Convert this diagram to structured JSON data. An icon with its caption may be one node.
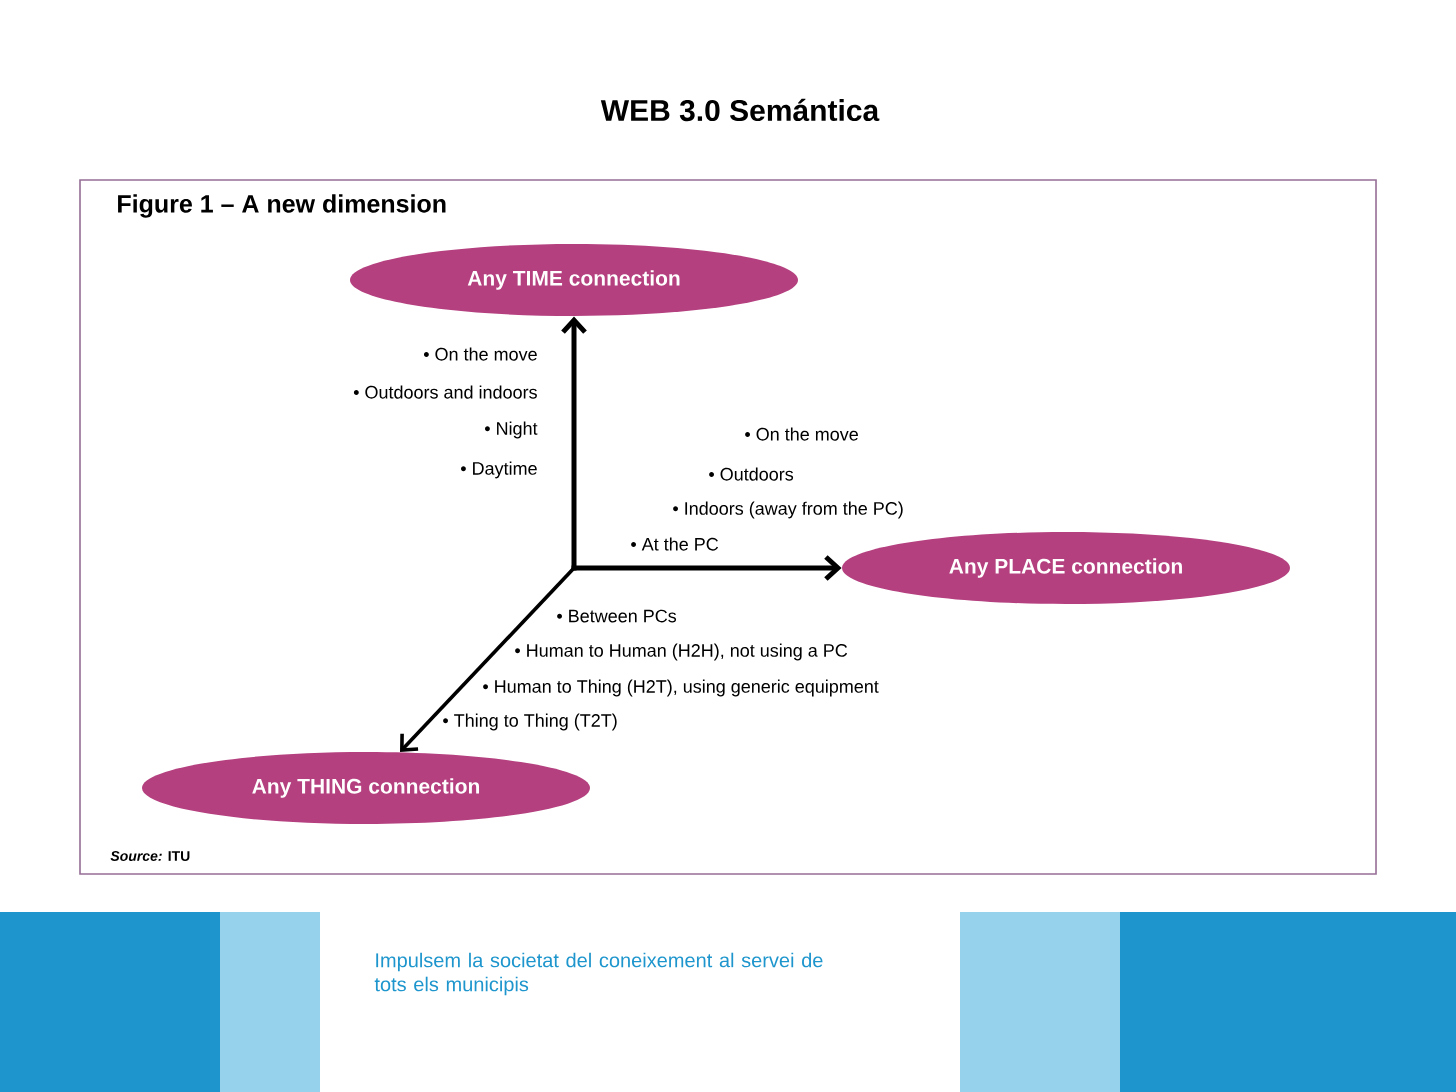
{
  "diagram": {
    "title": "WEB 3.0 Semántica",
    "nodes": [
      {
        "text": [
          "Any TIME connection"
        ]
      },
      {
        "text": [
          "Any PLACE connection"
        ]
      },
      {
        "text": [
          "Any THING connection"
        ]
      }
    ],
    "edges": [
      {
        "from": null,
        "to": 0,
        "arrow": "to"
      },
      {
        "from": null,
        "to": 1,
        "arrow": "to"
      },
      {
        "from": null,
        "to": 2,
        "arrow": "to"
      }
    ],
    "labels": [
      "Figure 1 – A new dimension",
      "• On the move",
      "• Outdoors and indoors",
      "• Night",
      "• Daytime",
      "• On the move",
      "• Outdoors",
      "• Indoors (away from the PC)",
      "• At the PC",
      "• Between PCs",
      "• Human to Human (H2H), not using a PC",
      "• Human to Thing (H2T), using generic equipment",
      "• Thing to Thing (T2T)",
      "*Source:* ITU",
      "Impulsem la societat del coneixement al servei de tots els municipis"
    ]
  }
}
